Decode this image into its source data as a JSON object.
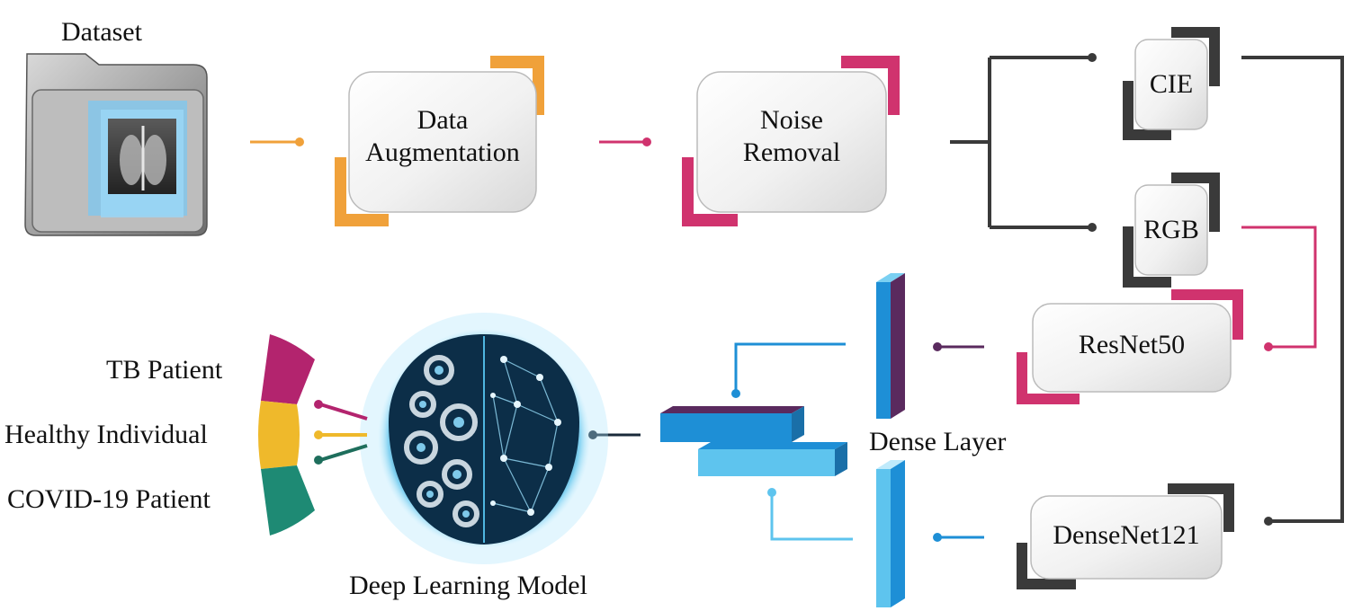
{
  "labels": {
    "dataset": "Dataset",
    "augmentation_line1": "Data",
    "augmentation_line2": "Augmentation",
    "noise_line1": "Noise",
    "noise_line2": "Removal",
    "cie": "CIE",
    "rgb": "RGB",
    "resnet": "ResNet50",
    "densenet": "DenseNet121",
    "dense_layer": "Dense Layer",
    "dl_model": "Deep Learning Model",
    "out_tb": "TB Patient",
    "out_healthy": "Healthy Individual",
    "out_covid": "COVID-19 Patient"
  },
  "colors": {
    "orange": "#f0a13a",
    "magenta": "#d0336e",
    "dark": "#3a3a3a",
    "purple": "#5a2a5e",
    "blue": "#1e8fd6",
    "lightblue": "#5ec4ee",
    "tb": "#b3246e",
    "healthy": "#efb92b",
    "covid": "#1e8a74"
  }
}
